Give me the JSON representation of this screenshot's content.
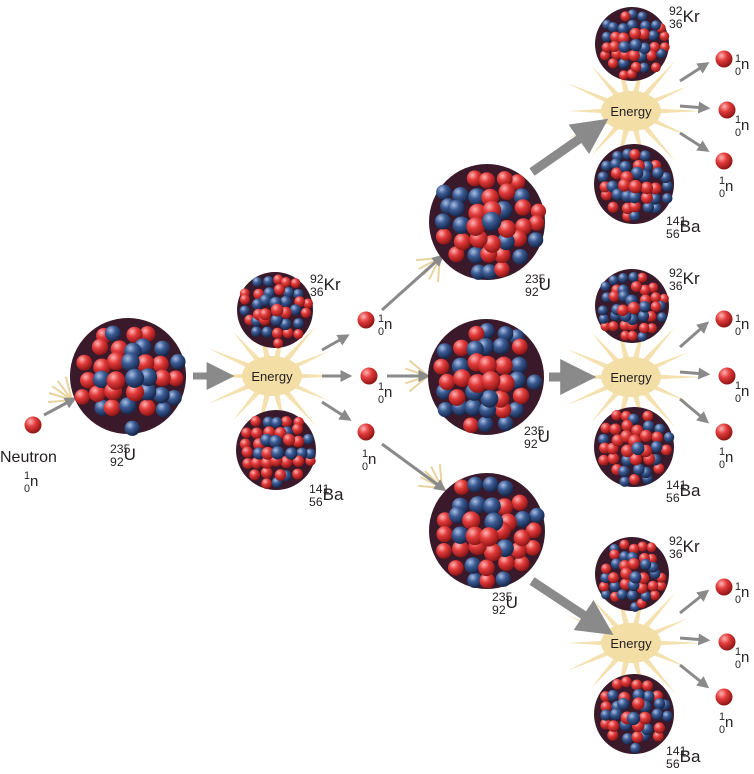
{
  "neutron_label": "Neutron",
  "neutron": {
    "mass": "1",
    "atomic": "0",
    "symbol": "n"
  },
  "uranium": {
    "mass": "235",
    "atomic": "92",
    "symbol": "U"
  },
  "krypton": {
    "mass": "92",
    "atomic": "36",
    "symbol": "Kr"
  },
  "barium": {
    "mass": "141",
    "atomic": "56",
    "symbol": "Ba"
  },
  "energy_label": "Energy",
  "colors": {
    "proton": "#d62b31",
    "neutron_ball": "#2e4a7c",
    "arrow": "#8a8a8a",
    "burst": "#f3dea6",
    "text": "#231f20"
  },
  "icons": [
    "nucleus-icon",
    "neutron-particle-icon",
    "energy-burst-icon",
    "arrow-icon"
  ]
}
